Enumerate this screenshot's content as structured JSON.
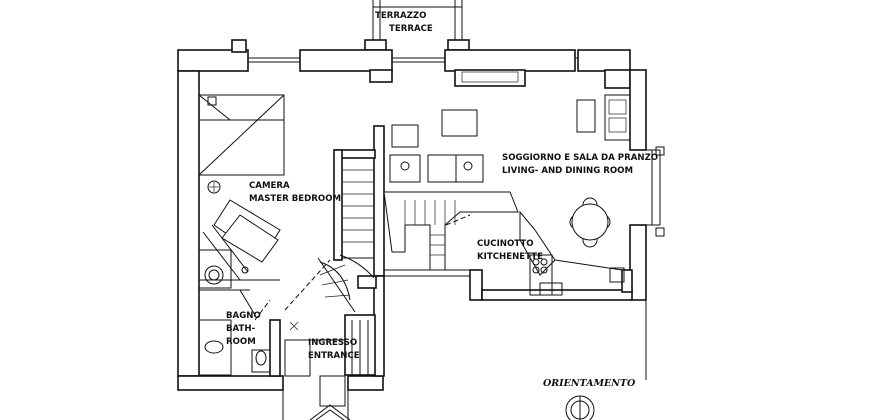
{
  "rooms": {
    "terrace": {
      "it": "TERRAZZO",
      "en": "TERRACE"
    },
    "living": {
      "it": "SOGGIORNO E SALA DA PRANZO",
      "en": "LIVING- AND DINING ROOM"
    },
    "bedroom": {
      "it": "CAMERA",
      "en": "MASTER BEDROOM"
    },
    "kitchen": {
      "it": "CUCINOTTO",
      "en": "KITCHENETTE"
    },
    "bath": {
      "it": "BAGNO",
      "en1": "BATH-",
      "en2": "ROOM"
    },
    "entrance": {
      "it": "INGRESSO",
      "en": "ENTRANCE"
    }
  },
  "orientation": {
    "label": "ORIENTAMENTO"
  }
}
